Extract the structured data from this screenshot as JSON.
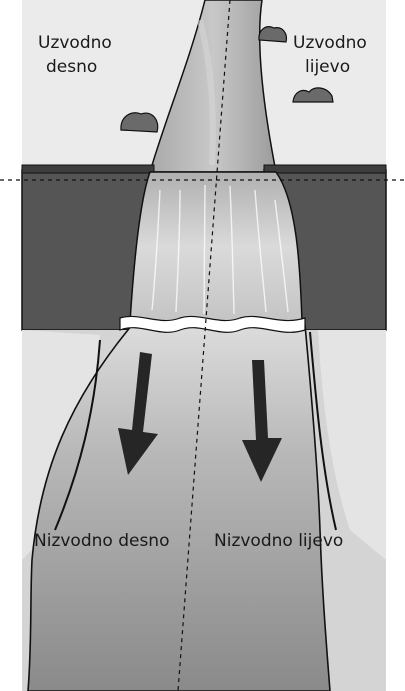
{
  "labels": {
    "upstream_right": [
      "Uzvodno",
      "desno"
    ],
    "upstream_left": [
      "Uzvodno",
      "lijevo"
    ],
    "downstream_right": "Nizvodno desno",
    "downstream_left": "Nizvodno lijevo"
  },
  "colors": {
    "sky": "#ececec",
    "wall": "#555555",
    "ground": "#d9d9d9",
    "water_light": "#e3e3e3",
    "water_mid": "#b3b3b3",
    "water_dark": "#8d8d8d",
    "arrow": "#262626",
    "outline": "#111111",
    "foam": "#ffffff",
    "rock": "#6a6a6a"
  }
}
